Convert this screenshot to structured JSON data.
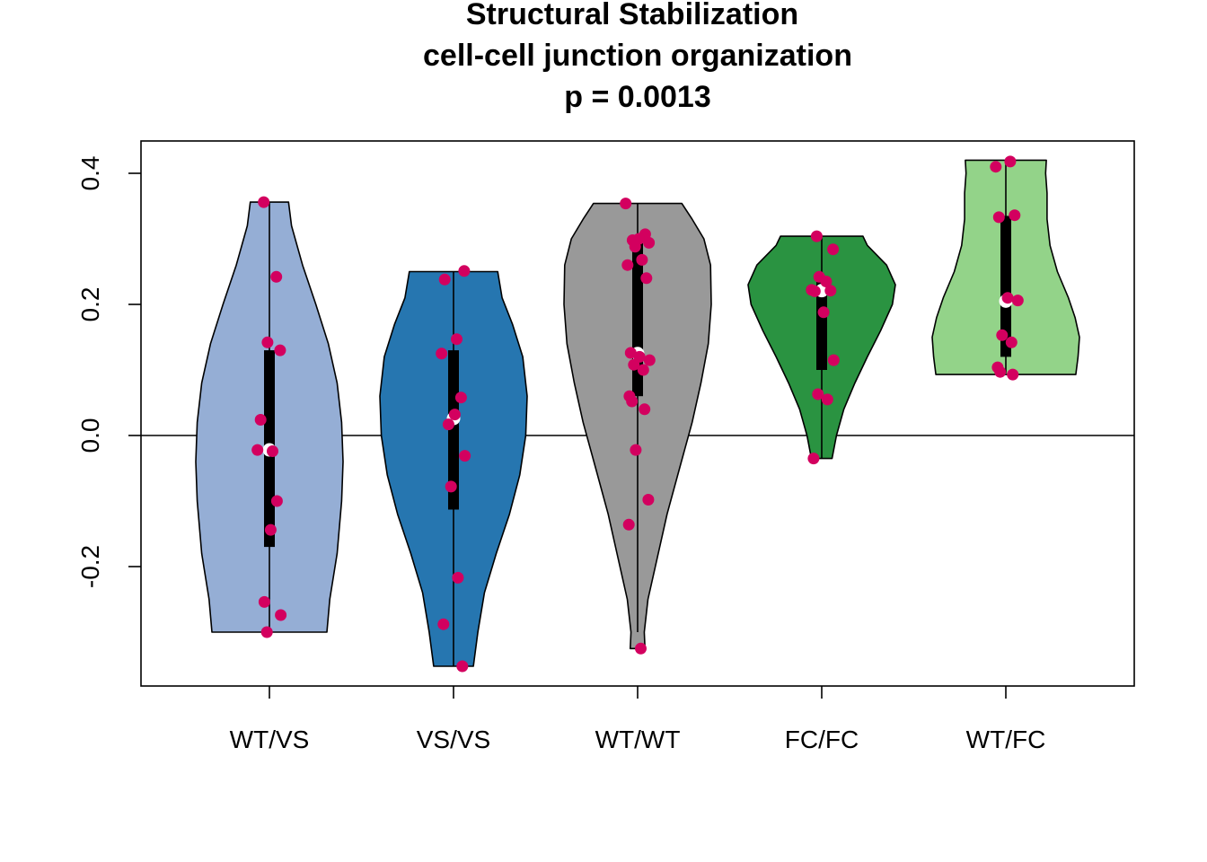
{
  "chart_data": {
    "type": "violin",
    "title_lines": [
      "Structural Stabilization",
      "cell-cell junction organization",
      "p = 0.0013"
    ],
    "xlabel": "",
    "ylabel": "",
    "ylim": [
      -0.38,
      0.45
    ],
    "y_ticks": [
      -0.2,
      0.0,
      0.2,
      0.4
    ],
    "y_tick_labels": [
      "-0.2",
      "0.0",
      "0.2",
      "0.4"
    ],
    "reference_line": 0.0,
    "grid": false,
    "categories": [
      "WT/VS",
      "VS/VS",
      "WT/WT",
      "FC/FC",
      "WT/FC"
    ],
    "point_color": "#d3005f",
    "median_color": "#ffffff",
    "box_color": "#000000",
    "groups": [
      {
        "category": "WT/VS",
        "fill": "#95aed5",
        "median": -0.022,
        "q1": -0.17,
        "q3": 0.13,
        "whisker_low": -0.3,
        "whisker_high": 0.356,
        "density": [
          [
            -0.3,
            0.78
          ],
          [
            -0.25,
            0.82
          ],
          [
            -0.18,
            0.92
          ],
          [
            -0.1,
            0.98
          ],
          [
            -0.04,
            1.0
          ],
          [
            0.02,
            0.98
          ],
          [
            0.08,
            0.92
          ],
          [
            0.14,
            0.8
          ],
          [
            0.2,
            0.63
          ],
          [
            0.26,
            0.45
          ],
          [
            0.32,
            0.3
          ],
          [
            0.356,
            0.26
          ]
        ],
        "points": [
          0.356,
          0.242,
          0.142,
          0.13,
          0.024,
          -0.024,
          -0.022,
          -0.1,
          -0.144,
          -0.254,
          -0.274,
          -0.3
        ]
      },
      {
        "category": "VS/VS",
        "fill": "#2676b0",
        "median": 0.026,
        "q1": -0.113,
        "q3": 0.13,
        "whisker_low": -0.352,
        "whisker_high": 0.25,
        "density": [
          [
            -0.352,
            0.27
          ],
          [
            -0.3,
            0.33
          ],
          [
            -0.24,
            0.42
          ],
          [
            -0.18,
            0.58
          ],
          [
            -0.12,
            0.76
          ],
          [
            -0.06,
            0.9
          ],
          [
            0.0,
            0.98
          ],
          [
            0.06,
            1.0
          ],
          [
            0.12,
            0.94
          ],
          [
            0.17,
            0.8
          ],
          [
            0.21,
            0.66
          ],
          [
            0.25,
            0.6
          ]
        ],
        "points": [
          0.251,
          0.238,
          0.147,
          0.125,
          0.058,
          0.032,
          0.017,
          -0.031,
          -0.078,
          -0.217,
          -0.288,
          -0.352
        ]
      },
      {
        "category": "WT/WT",
        "fill": "#999999",
        "median": 0.125,
        "q1": 0.06,
        "q3": 0.295,
        "whisker_low": -0.3,
        "whisker_high": 0.354,
        "density": [
          [
            -0.325,
            0.1
          ],
          [
            -0.3,
            0.09
          ],
          [
            -0.25,
            0.14
          ],
          [
            -0.2,
            0.24
          ],
          [
            -0.12,
            0.4
          ],
          [
            -0.05,
            0.57
          ],
          [
            0.02,
            0.74
          ],
          [
            0.08,
            0.86
          ],
          [
            0.14,
            0.96
          ],
          [
            0.2,
            1.0
          ],
          [
            0.26,
            0.99
          ],
          [
            0.3,
            0.9
          ],
          [
            0.33,
            0.74
          ],
          [
            0.354,
            0.6
          ]
        ],
        "points": [
          0.354,
          0.307,
          0.3,
          0.298,
          0.294,
          0.288,
          0.268,
          0.26,
          0.24,
          0.126,
          0.12,
          0.115,
          0.108,
          0.1,
          0.06,
          0.052,
          0.04,
          -0.022,
          -0.098,
          -0.136,
          -0.325
        ]
      },
      {
        "category": "FC/FC",
        "fill": "#2a9341",
        "median": 0.221,
        "q1": 0.1,
        "q3": 0.236,
        "whisker_low": -0.035,
        "whisker_high": 0.304,
        "density": [
          [
            -0.035,
            0.14
          ],
          [
            0.0,
            0.2
          ],
          [
            0.04,
            0.3
          ],
          [
            0.08,
            0.45
          ],
          [
            0.12,
            0.62
          ],
          [
            0.16,
            0.8
          ],
          [
            0.2,
            0.96
          ],
          [
            0.23,
            1.0
          ],
          [
            0.26,
            0.88
          ],
          [
            0.29,
            0.62
          ],
          [
            0.304,
            0.56
          ]
        ],
        "points": [
          0.304,
          0.284,
          0.242,
          0.235,
          0.222,
          0.221,
          0.22,
          0.188,
          0.115,
          0.063,
          0.055,
          -0.035
        ]
      },
      {
        "category": "WT/FC",
        "fill": "#93d389",
        "median": 0.205,
        "q1": 0.12,
        "q3": 0.335,
        "whisker_low": 0.095,
        "whisker_high": 0.42,
        "density": [
          [
            0.093,
            0.95
          ],
          [
            0.12,
            0.98
          ],
          [
            0.15,
            1.0
          ],
          [
            0.18,
            0.94
          ],
          [
            0.21,
            0.85
          ],
          [
            0.25,
            0.7
          ],
          [
            0.29,
            0.6
          ],
          [
            0.33,
            0.56
          ],
          [
            0.37,
            0.56
          ],
          [
            0.4,
            0.54
          ],
          [
            0.42,
            0.55
          ]
        ],
        "points": [
          0.418,
          0.41,
          0.336,
          0.333,
          0.21,
          0.206,
          0.153,
          0.142,
          0.104,
          0.097,
          0.093
        ]
      }
    ]
  }
}
